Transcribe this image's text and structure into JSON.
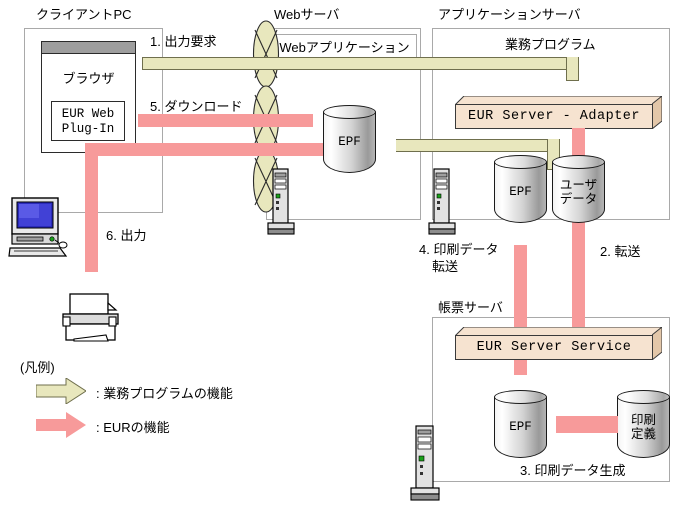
{
  "diagram": {
    "zones": [
      {
        "id": "client-pc",
        "label": "クライアントPC"
      },
      {
        "id": "web-server",
        "label": "Webサーバ"
      },
      {
        "id": "app-server",
        "label": "アプリケーションサーバ"
      },
      {
        "id": "report-server",
        "label": "帳票サーバ"
      }
    ],
    "browser": {
      "title": "ブラウザ",
      "plugin_line1": "EUR Web",
      "plugin_line2": "Plug-In"
    },
    "web_application": {
      "label": "Webアプリケーション"
    },
    "business_program": {
      "label": "業務プログラム"
    },
    "components": [
      {
        "id": "eur-server-adapter",
        "label": "EUR Server - Adapter"
      },
      {
        "id": "eur-server-service",
        "label": "EUR Server Service"
      }
    ],
    "databases": [
      {
        "id": "epf-web",
        "label": "EPF"
      },
      {
        "id": "epf-app",
        "label": "EPF"
      },
      {
        "id": "user-data",
        "line1": "ユーザ",
        "line2": "データ"
      },
      {
        "id": "epf-report",
        "label": "EPF"
      },
      {
        "id": "print-def",
        "line1": "印刷",
        "line2": "定義"
      }
    ],
    "steps": [
      {
        "id": "step1",
        "label": "1. 出力要求"
      },
      {
        "id": "step5",
        "label": "5. ダウンロード"
      },
      {
        "id": "step6",
        "label": "6. 出力"
      },
      {
        "id": "step4",
        "line1": "4. 印刷データ",
        "line2": "転送"
      },
      {
        "id": "step2",
        "label": "2. 転送"
      },
      {
        "id": "step3",
        "label": "3. 印刷データ生成"
      }
    ],
    "legend": {
      "title": "(凡例)",
      "items": [
        {
          "id": "legend-business",
          "color": "#e8e7bd",
          "text": ": 業務プログラムの機能"
        },
        {
          "id": "legend-eur",
          "color": "#f79a9a",
          "text": ": EURの機能"
        }
      ]
    },
    "colors": {
      "eur_flow": "#f79a9a",
      "business_flow": "#e8e7bd",
      "component_box": "#f6e3d0",
      "zone_border": "#a9a9a9"
    }
  }
}
